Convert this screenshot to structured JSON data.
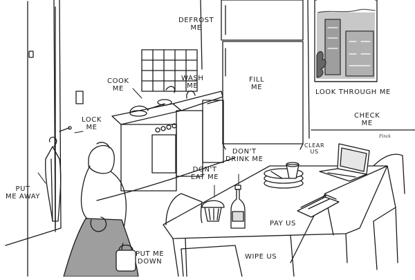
{
  "colors": {
    "ink": "#1a1a1a",
    "paper": "#ffffff",
    "shade": "#9e9e9e",
    "shade_light": "#c8c8c8"
  },
  "labels": {
    "defrost_me": "DEFROST\nME",
    "fill_me": "FILL\nME",
    "look_through_me": "LOOK THROUGH ME",
    "cook_me": "COOK\nME",
    "wash_me": "WASH\nME",
    "lock_me": "LOCK\nME",
    "check_me": "CHECK\nME",
    "clear_us": "CLEAR\nUS",
    "dont_drink_me": "DON'T\nDRINK ME",
    "dont_eat_me": "DON'T\nEAT ME",
    "put_me_away": "PUT\nME AWAY",
    "pay_us": "PAY US",
    "put_me_down": "PUT ME\nDOWN",
    "wipe_us": "WIPE US"
  },
  "signature": "Finck",
  "icons": [
    "refrigerator-icon",
    "window-icon",
    "stove-icon",
    "sink-icon",
    "door-icon",
    "laptop-icon",
    "table-icon",
    "chair-icon",
    "umbrella-icon",
    "bottle-icon",
    "muffin-icon",
    "plate-stack-icon",
    "glass-icon",
    "papers-icon",
    "purse-icon",
    "woman-figure-icon"
  ]
}
